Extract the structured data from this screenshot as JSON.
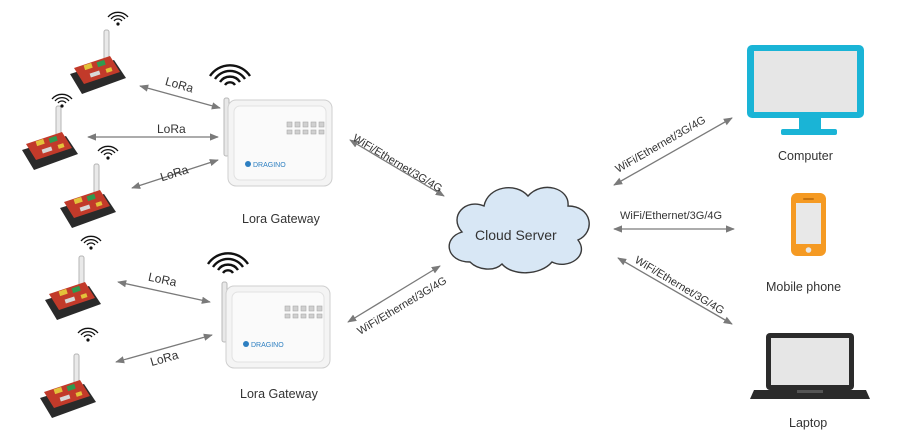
{
  "links": {
    "lora_label": "LoRa",
    "wan_label": "WiFi/Ethernet/3G/4G"
  },
  "gateways": [
    {
      "label": "Lora Gateway",
      "brand": "DRAGINO"
    },
    {
      "label": "Lora Gateway",
      "brand": "DRAGINO"
    }
  ],
  "cloud": {
    "label": "Cloud Server"
  },
  "clients": [
    {
      "label": "Computer",
      "icon": "monitor-icon"
    },
    {
      "label": "Mobile phone",
      "icon": "phone-icon"
    },
    {
      "label": "Laptop",
      "icon": "laptop-icon"
    }
  ],
  "colors": {
    "client_accent": "#1ab4d6",
    "phone_accent": "#f59a23",
    "laptop": "#2b2b2b",
    "arrow": "#777777",
    "label": "#333333"
  }
}
